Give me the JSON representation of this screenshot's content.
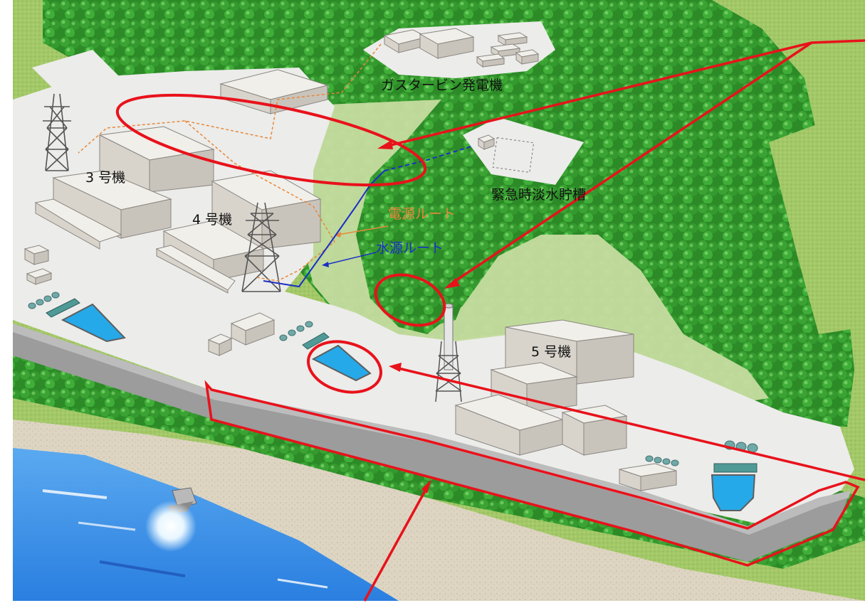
{
  "labels": {
    "gas_turbine": "ガスタービン発電機",
    "fresh_water_tank": "緊急時淡水貯槽",
    "unit3": "3 号機",
    "unit4": "4 号機",
    "unit5": "5 号機",
    "power_route": "電源ルート",
    "water_route": "水源ルート"
  },
  "colors": {
    "highlight": "#e8121b",
    "power_route": "#e8873a",
    "water_route": "#1a2fc4",
    "forest": "#2f8f2a",
    "grass": "#a9cc6c",
    "plant_ground": "#ececea",
    "sea": "#3e93e8",
    "beach": "#ddd6c4",
    "seawall": "#9a9a9a",
    "pool": "#25a9e8"
  },
  "icons": [
    "transmission-tower-icon",
    "stack-chimney-icon",
    "floodlight-icon",
    "tree-canopy-icon"
  ]
}
